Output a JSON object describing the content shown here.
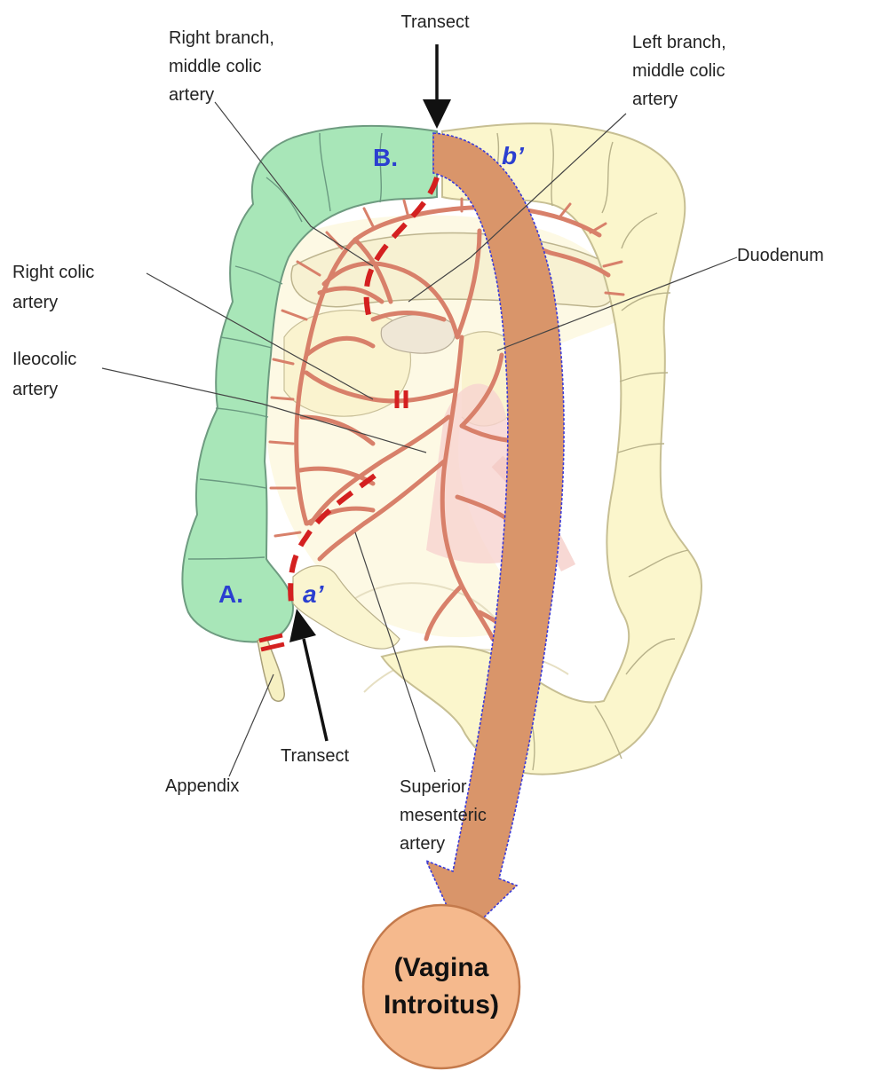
{
  "labels": {
    "transect_top": "Transect",
    "right_branch": [
      "Right branch,",
      "middle colic",
      "artery"
    ],
    "left_branch": [
      "Left branch,",
      "middle colic",
      "artery"
    ],
    "duodenum": "Duodenum",
    "right_colic": [
      "Right colic",
      "artery"
    ],
    "ileocolic": [
      "Ileocolic",
      "artery"
    ],
    "appendix": "Appendix",
    "transect_bottom": "Transect",
    "sma": [
      "Superior",
      "mesenteric",
      "artery"
    ]
  },
  "segments": {
    "a": "A.",
    "a_prime": "a’",
    "b": "B.",
    "b_prime": "b’"
  },
  "destination": [
    "(Vagina",
    "Introitus)"
  ],
  "colors": {
    "harvested_segment": "#a8e6b8",
    "remaining_colon": "#fbf6cc",
    "artery": "#d8806a",
    "transection_line": "#d42020",
    "segment_label": "#2b3fd0",
    "transfer_arrow": "#d9956a",
    "destination_circle": "#f5b98d"
  }
}
